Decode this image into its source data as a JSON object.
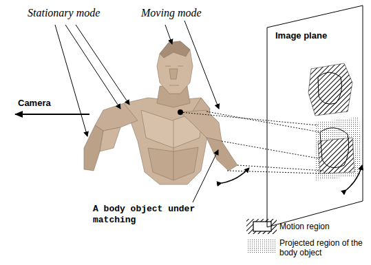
{
  "diagram": {
    "nodes": [
      {
        "text": [
          "Image plane"
        ]
      }
    ],
    "labels": [
      "Stationary mode",
      "Moving mode",
      "Camera",
      "A body object under matching"
    ],
    "legend": [
      {
        "text": "Motion region"
      },
      {
        "text": "Projected region of the body object"
      }
    ]
  }
}
